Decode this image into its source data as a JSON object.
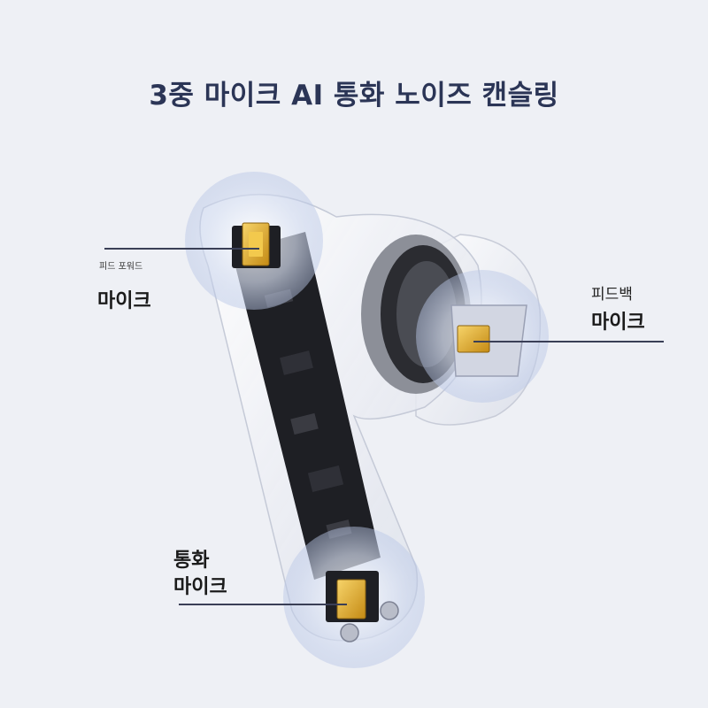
{
  "title": "3중 마이크 AI 통화 노이즈 캔슬링",
  "labels": {
    "feedforward_caption": "피드 포워드",
    "feedforward_mic": "마이크",
    "feedback_line1": "피드백",
    "feedback_line2": "마이크",
    "call_line1": "통화",
    "call_line2": "마이크"
  },
  "colors": {
    "background": "#eef0f5",
    "title": "#2b3556",
    "highlight_ring": "#c9d4ec",
    "mic_gold": "#e0a728",
    "pcb": "#1e1f24"
  }
}
